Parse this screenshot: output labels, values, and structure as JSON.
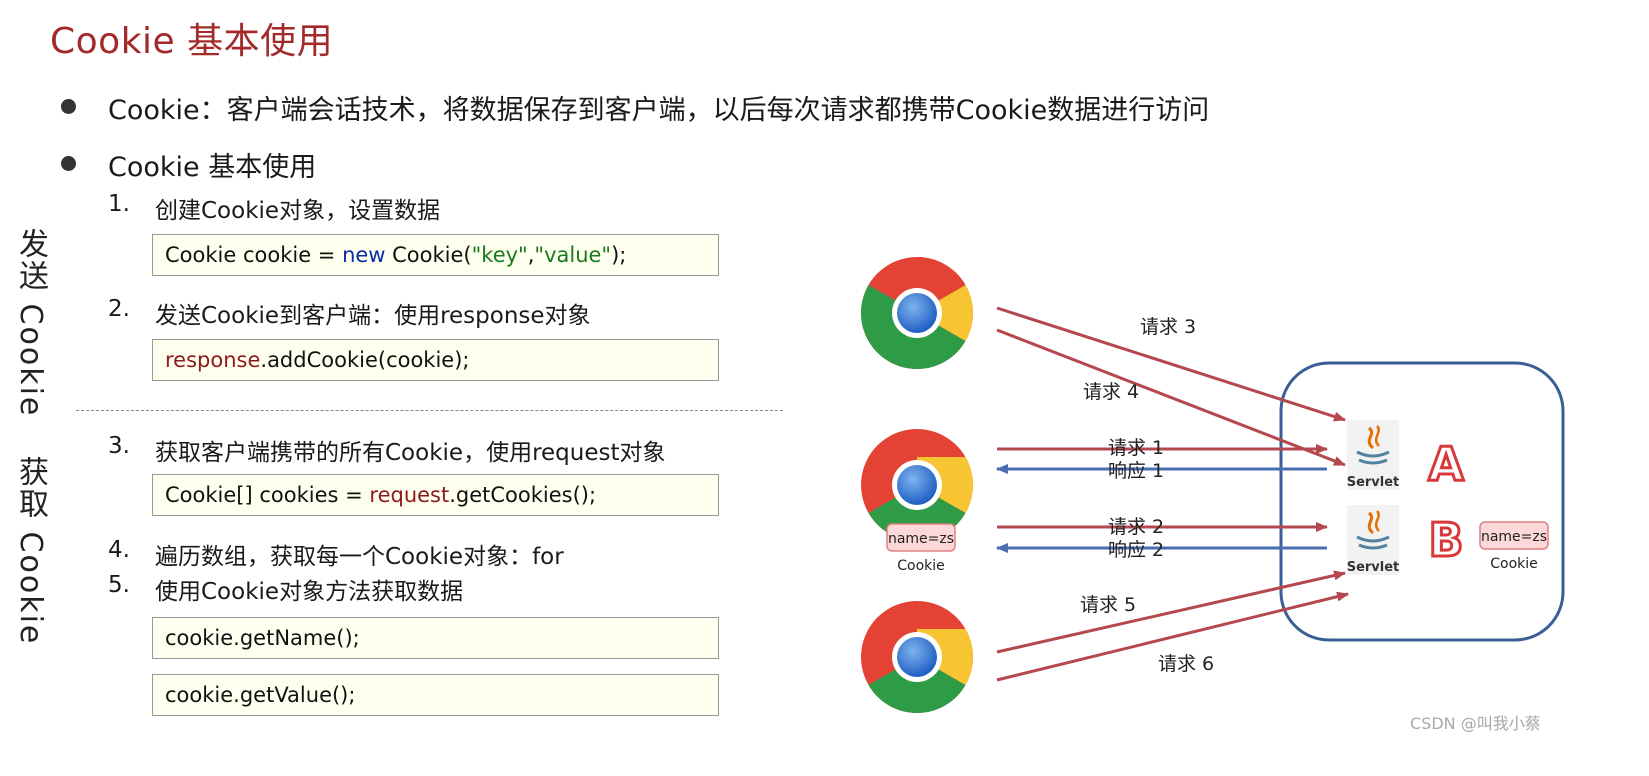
{
  "title": "Cookie 基本使用",
  "bullets": [
    "Cookie：客户端会话技术，将数据保存到客户端，以后每次请求都携带Cookie数据进行访问",
    "Cookie 基本使用"
  ],
  "side_labels": {
    "send": "发送 Cookie",
    "get": "获取 Cookie"
  },
  "steps": [
    {
      "num": "1.",
      "text": "创建Cookie对象，设置数据"
    },
    {
      "num": "2.",
      "text": "发送Cookie到客户端：使用response对象"
    },
    {
      "num": "3.",
      "text": "获取客户端携带的所有Cookie，使用request对象"
    },
    {
      "num": "4.",
      "text": "遍历数组，获取每一个Cookie对象：for"
    },
    {
      "num": "5.",
      "text": "使用Cookie对象方法获取数据"
    }
  ],
  "code": {
    "c1": {
      "a": "Cookie cookie = ",
      "kw": "new",
      "b": " Cookie(",
      "s1": "\"key\"",
      "comma": ",",
      "s2": "\"value\"",
      "end": ");"
    },
    "c2": {
      "obj": "response",
      "rest": ".addCookie(cookie);"
    },
    "c3": {
      "a": "Cookie[] cookies = ",
      "obj": "request",
      "rest": ".getCookies();"
    },
    "c4": "cookie.getName();",
    "c5": "cookie.getValue();"
  },
  "diagram": {
    "arrows": {
      "req3": "请求 3",
      "req4": "请求 4",
      "req1": "请求 1",
      "resp1": "响应 1",
      "req2": "请求 2",
      "resp2": "响应 2",
      "req5": "请求 5",
      "req6": "请求 6"
    },
    "servlet_label": "Servlet",
    "servlet_a": "A",
    "servlet_b": "B",
    "cookie_tag": "name=zs",
    "cookie_caption": "Cookie",
    "colors": {
      "request": "#b5474f",
      "response": "#4a6fb0",
      "server_border": "#3a5f95",
      "letters": "#d9383b",
      "cookie_fill": "#fdd8d8",
      "cookie_border": "#e08080"
    }
  },
  "watermark": "CSDN @叫我小蔡"
}
